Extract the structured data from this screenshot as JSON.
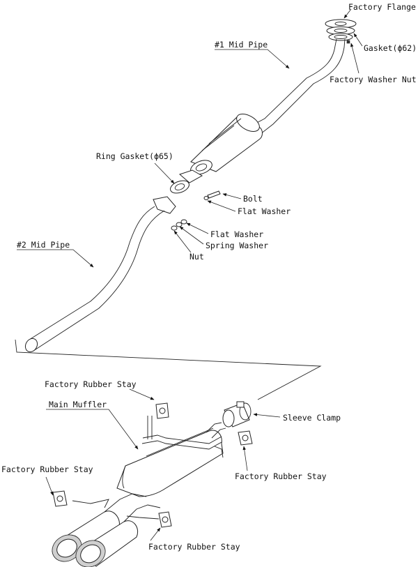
{
  "labels": {
    "factory_flange": "Factory Flange",
    "gasket_62": "Gasket(ϕ62)",
    "factory_washer_nut": "Factory Washer Nut",
    "mid_pipe_1": "#1 Mid Pipe",
    "ring_gasket_65": "Ring Gasket(ϕ65)",
    "bolt": "Bolt",
    "flat_washer_upper": "Flat Washer",
    "flat_washer_lower": "Flat Washer",
    "spring_washer": "Spring Washer",
    "nut": "Nut",
    "mid_pipe_2": "#2 Mid Pipe",
    "rubber_stay_top": "Factory Rubber Stay",
    "main_muffler": "Main Muffler",
    "sleeve_clamp": "Sleeve Clamp",
    "rubber_stay_left": "Factory Rubber Stay",
    "rubber_stay_right": "Factory Rubber Stay",
    "rubber_stay_bottom": "Factory Rubber Stay"
  },
  "icons": {
    "leader_arrow": "arrowhead"
  }
}
